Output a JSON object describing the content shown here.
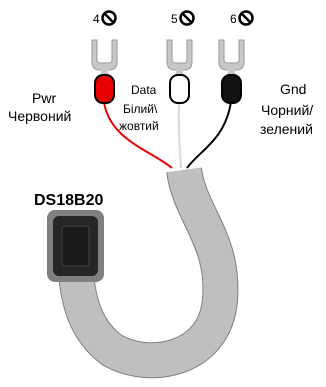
{
  "terminals": [
    {
      "number": "4",
      "icon": "no-entry-icon"
    },
    {
      "number": "5",
      "icon": "no-entry-icon"
    },
    {
      "number": "6",
      "icon": "no-entry-icon"
    }
  ],
  "wires": {
    "pwr": {
      "title": "Pwr",
      "color_name": "Червоний",
      "color": "#e60000"
    },
    "data": {
      "title": "Data",
      "color_name_line1": "Білий\\",
      "color_name_line2": "жовтий",
      "color": "#ffffff"
    },
    "gnd": {
      "title": "Gnd",
      "color_name_line1": "Чорний/",
      "color_name_line2": "зелений",
      "color": "#000000"
    }
  },
  "sensor": {
    "label": "DS18B20"
  },
  "colors": {
    "cable": "#bfbfbf",
    "sensor_body": "#262626",
    "sensor_frame": "#808080",
    "spade": "#c8c8c8"
  }
}
